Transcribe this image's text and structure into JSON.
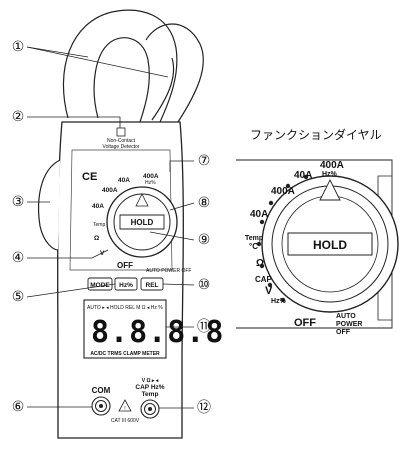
{
  "callouts": [
    {
      "num": "①"
    },
    {
      "num": "②"
    },
    {
      "num": "③"
    },
    {
      "num": "④"
    },
    {
      "num": "⑤"
    },
    {
      "num": "⑥"
    },
    {
      "num": "⑦"
    },
    {
      "num": "⑧"
    },
    {
      "num": "⑨"
    },
    {
      "num": "⑩"
    },
    {
      "num": "⑪"
    },
    {
      "num": "⑫"
    }
  ],
  "meter": {
    "ncv_label_1": "Non-Contact",
    "ncv_label_2": "Voltage Detector",
    "ce_mark": "CE",
    "dial": {
      "hold": "HOLD",
      "off": "OFF",
      "pos_400a_hz": "400A",
      "pos_400a_hz_sub": "Hz%",
      "pos_40a_ac": "40A",
      "pos_400a_ac": "400A",
      "pos_40a_dc": "40A",
      "pos_temp": "Temp",
      "pos_ohm": "Ω",
      "pos_v": "V"
    },
    "buttons": {
      "mode": "MODE",
      "hz": "Hz%",
      "rel": "REL",
      "auto_power_off": "AUTO POWER OFF"
    },
    "lcd": {
      "top_indicators": "AUTO ▸ ◂ HOLD REL M Ω ◂ Hz %",
      "digits": "8.8.8.8",
      "footer": "AC/DC TRMS CLAMP METER"
    },
    "terminals": {
      "com": "COM",
      "right_label_1": "V Ω ▸ ◂",
      "right_label_2": "CAP Hz%",
      "right_label_3": "Temp",
      "cat_rating": "CAT III 600V"
    }
  },
  "detail": {
    "title": "ファンクションダイヤル",
    "hold": "HOLD",
    "off": "OFF",
    "auto_power_off_1": "AUTO",
    "auto_power_off_2": "POWER",
    "auto_power_off_3": "OFF",
    "pos_400a_hz": "400A",
    "pos_400a_hz_sub": "Hz%",
    "pos_40a_top": "40A",
    "pos_400a_mid": "400A",
    "pos_40a_dc": "40A",
    "pos_temp": "Temp",
    "pos_temp_unit": "°C",
    "pos_ohm": "Ω",
    "pos_cap": "CAP",
    "pos_v": "V",
    "pos_v_sub": "Hz%"
  }
}
